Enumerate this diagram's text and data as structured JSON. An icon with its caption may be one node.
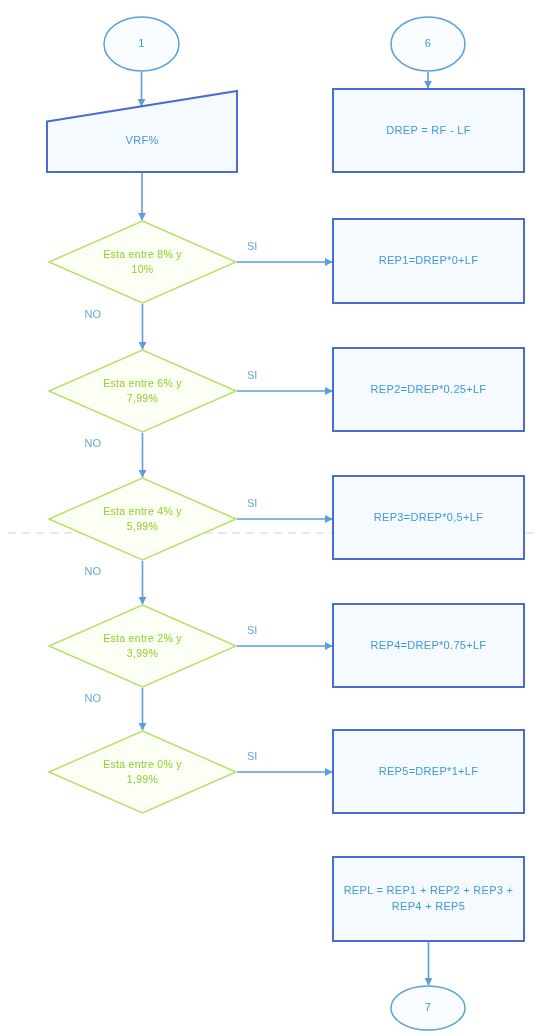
{
  "diagram": {
    "nodes": [
      {
        "text": [
          "1"
        ]
      },
      {
        "text": [
          "6"
        ]
      },
      {
        "text": [
          "VRF%"
        ]
      },
      {
        "text": [
          "DREP = RF - LF"
        ]
      },
      {
        "text": [
          "Esta entre 8% y 10%"
        ]
      },
      {
        "text": [
          "REP1=DREP*0+LF"
        ]
      },
      {
        "text": [
          "Esta entre 6% y 7,99%"
        ]
      },
      {
        "text": [
          "REP2=DREP*0.25+LF"
        ]
      },
      {
        "text": [
          "Esta entre 4% y 5,99%"
        ]
      },
      {
        "text": [
          "REP3=DREP*0,5+LF"
        ]
      },
      {
        "text": [
          "Esta entre 2% y 3,99%"
        ]
      },
      {
        "text": [
          "REP4=DREP*0.75+LF"
        ]
      },
      {
        "text": [
          "Esta entre 0% y 1,99%"
        ]
      },
      {
        "text": [
          "REP5=DREP*1+LF"
        ]
      },
      {
        "text": [
          "REPL = REP1 + REP2 + REP3 + REP4 + REP5"
        ]
      },
      {
        "text": [
          "7"
        ]
      }
    ],
    "edges": [
      {
        "from": 0,
        "to": 2,
        "arrow": "to"
      },
      {
        "from": 2,
        "to": 4,
        "arrow": "to"
      },
      {
        "from": 1,
        "to": 3,
        "arrow": "to"
      },
      {
        "from": 4,
        "to": 5,
        "arrow": "to",
        "label": "SI"
      },
      {
        "from": 4,
        "to": 6,
        "arrow": "to",
        "label": "NO"
      },
      {
        "from": 6,
        "to": 7,
        "arrow": "to",
        "label": "SI"
      },
      {
        "from": 6,
        "to": 8,
        "arrow": "to",
        "label": "NO"
      },
      {
        "from": 8,
        "to": 9,
        "arrow": "to",
        "label": "SI"
      },
      {
        "from": 8,
        "to": 10,
        "arrow": "to",
        "label": "NO"
      },
      {
        "from": 10,
        "to": 11,
        "arrow": "to",
        "label": "SI"
      },
      {
        "from": 10,
        "to": 12,
        "arrow": "to",
        "label": "NO"
      },
      {
        "from": 12,
        "to": 13,
        "arrow": "to",
        "label": "SI"
      },
      {
        "from": 14,
        "to": 15,
        "arrow": "to"
      }
    ]
  }
}
